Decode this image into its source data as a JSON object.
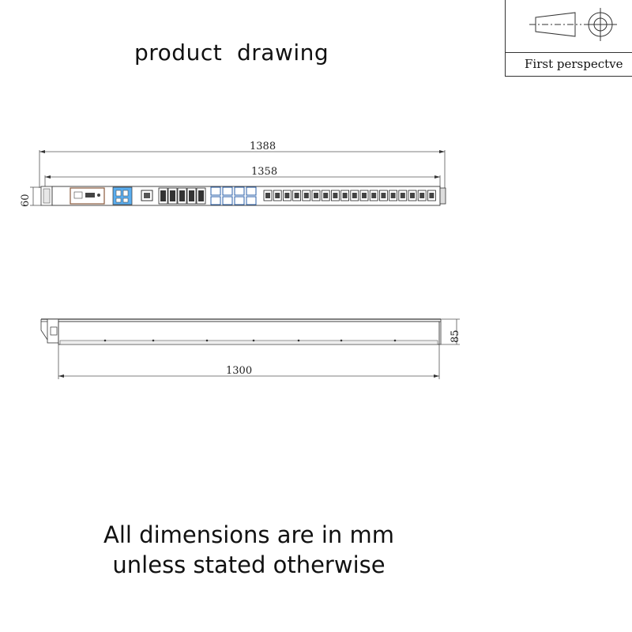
{
  "title": "product  drawing",
  "projection": {
    "label": "First perspectve"
  },
  "dimensions": {
    "overall_length": "1388",
    "inner_length": "1358",
    "height": "60",
    "depth": "85",
    "body_length": "1300"
  },
  "note": {
    "line1": "All dimensions are in mm",
    "line2": "unless stated otherwise"
  }
}
